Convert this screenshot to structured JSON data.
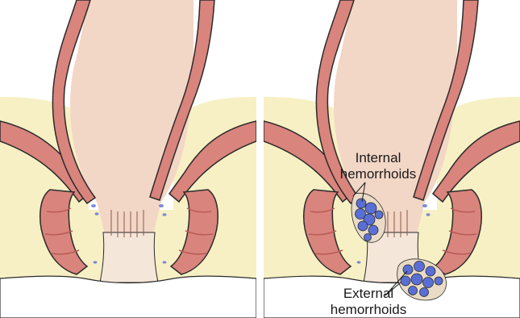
{
  "labels": {
    "internal": "Internal\nhemorrhoids",
    "external": "External\nhemorrhoids"
  },
  "colors": {
    "background": "#ffffff",
    "fat_tissue": "#f7f0c4",
    "bowel_lumen": "#f2d6c6",
    "muscle_wall": "#d9847c",
    "muscle_dark": "#b85c57",
    "outline": "#2b2b2b",
    "hemorrhoid": "#5a6fd6",
    "skin": "#f4e6d9"
  },
  "icons": {
    "hemorrhoid_cluster": "blue-vein-cluster"
  }
}
